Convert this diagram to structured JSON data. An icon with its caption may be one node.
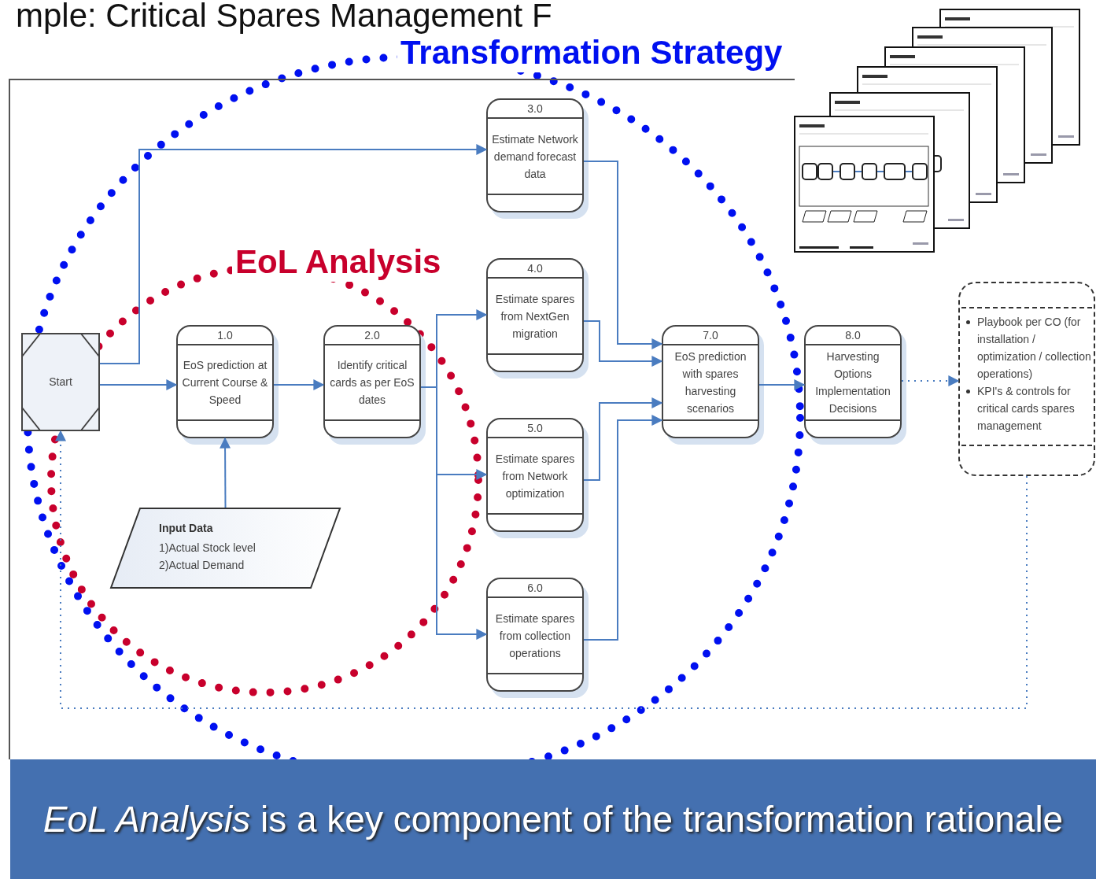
{
  "diagram": {
    "title": "mple: Critical Spares Management F",
    "caption": "*EoL Analysis* is a key component of the transformation rationale",
    "nodes": [
      {
        "text": [
          "Start"
        ]
      },
      {
        "text": [
          "1.0",
          "EoS prediction at Current Course & Speed"
        ]
      },
      {
        "text": [
          "2.0",
          "Identify critical cards as per EoS dates"
        ]
      },
      {
        "text": [
          "3.0",
          "Estimate Network demand forecast data"
        ]
      },
      {
        "text": [
          "4.0",
          "Estimate spares from NextGen migration"
        ]
      },
      {
        "text": [
          "5.0",
          "Estimate spares from Network optimization"
        ]
      },
      {
        "text": [
          "6.0",
          "Estimate spares from collection operations"
        ]
      },
      {
        "text": [
          "7.0",
          "EoS prediction with spares harvesting scenarios"
        ]
      },
      {
        "text": [
          "8.0",
          "Harvesting Options Implementation Decisions"
        ]
      },
      {
        "text": [
          "Playbook per CO (for installation / optimization / collection operations)",
          "KPI's & controls for critical cards spares management"
        ]
      },
      {
        "text": [
          "Input Data",
          "1)Actual Stock level 2)Actual Demand"
        ]
      }
    ],
    "labels": [
      "Transformation Strategy",
      "EoL Analysis"
    ],
    "edges": [
      {
        "from": 0,
        "to": 1,
        "arrow": "to"
      },
      {
        "from": 0,
        "to": 3,
        "arrow": "to"
      },
      {
        "from": 1,
        "to": 2,
        "arrow": "to"
      },
      {
        "from": 10,
        "to": 1,
        "arrow": "to"
      },
      {
        "from": 2,
        "to": 4,
        "arrow": "to"
      },
      {
        "from": 2,
        "to": 5,
        "arrow": "to"
      },
      {
        "from": 2,
        "to": 6,
        "arrow": "to"
      },
      {
        "from": 3,
        "to": 7,
        "arrow": "to"
      },
      {
        "from": 4,
        "to": 7,
        "arrow": "to"
      },
      {
        "from": 5,
        "to": 7,
        "arrow": "to"
      },
      {
        "from": 6,
        "to": 7,
        "arrow": "to"
      },
      {
        "from": 7,
        "to": 8,
        "arrow": "to"
      },
      {
        "from": 8,
        "to": 9,
        "arrow": "to",
        "style": "dashed"
      },
      {
        "from": 9,
        "to": 0,
        "arrow": "to",
        "style": "dashed"
      }
    ]
  }
}
